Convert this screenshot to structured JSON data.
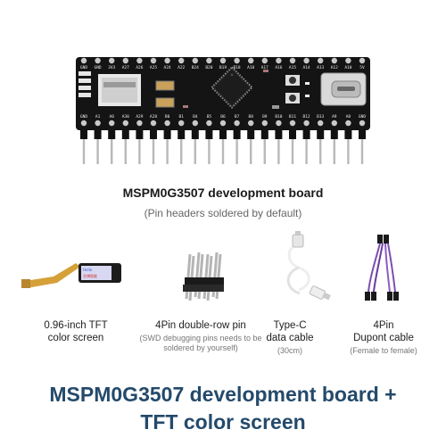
{
  "board": {
    "title": "MSPM0G3507 development board",
    "subtitle": "(Pin headers soldered by default)",
    "silk_top": [
      "GND",
      "GND",
      "3V3",
      "A27",
      "A26",
      "A25",
      "A24",
      "A22",
      "B24",
      "B20",
      "B19",
      "B18",
      "A18",
      "A17",
      "A16",
      "A15",
      "A14",
      "A13",
      "A12",
      "A10",
      "5V"
    ],
    "silk_bottom": [
      "GND",
      "A1",
      "A0",
      "A30",
      "A29",
      "A28",
      "B0",
      "B1",
      "B4",
      "B5",
      "B6",
      "B7",
      "B8",
      "B9",
      "B10",
      "B11",
      "B12",
      "B13",
      "A9",
      "A8",
      "GND"
    ],
    "colors": {
      "pcb": "#141414",
      "pin": "#b9b9b9",
      "chip": "#1f1f1f",
      "usb": "#d9d9d9",
      "silk": "#e8e8e8"
    }
  },
  "accessories": [
    {
      "label": "0.96-inch TFT\ncolor screen",
      "note": "",
      "screen_text": "Hello\n芯博智能"
    },
    {
      "label": "4Pin double-row pin",
      "note": "(SWD debugging pins needs\nto be soldered by yourself)"
    },
    {
      "label": "Type-C\ndata cable",
      "note": "(30cm)"
    },
    {
      "label": "4Pin\nDupont cable",
      "note": "(Female to female)"
    }
  ],
  "footer": {
    "line1": "MSPM0G3507 development board +",
    "line2": "TFT color screen",
    "color": "#244a6b"
  }
}
